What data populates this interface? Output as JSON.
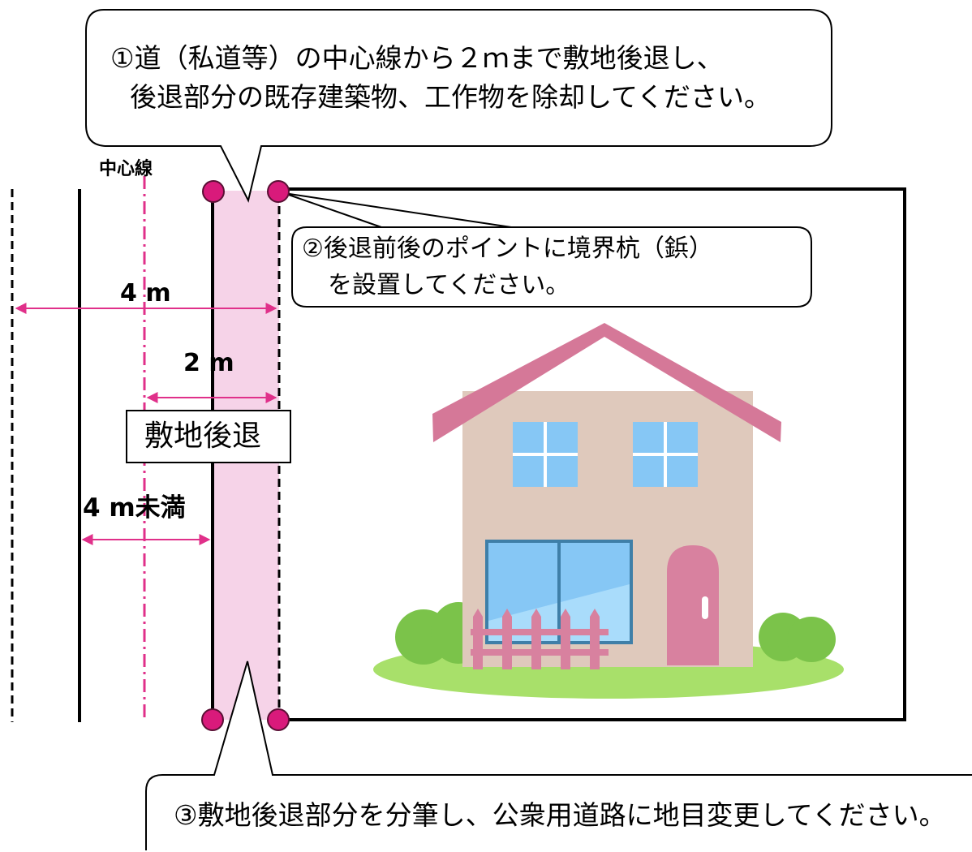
{
  "callouts": {
    "one_line1": "①道（私道等）の中心線から２ｍまで敷地後退し、",
    "one_line2": "後退部分の既存建築物、工作物を除却してください。",
    "two_line1": "②後退前後のポイントに境界杭（鋲）",
    "two_line2": "を設置してください。",
    "three_line1": "③敷地後退部分を分筆し、公衆用道路に地目変更してください。"
  },
  "labels": {
    "center_line": "中心線",
    "width_4m": "4 m",
    "width_2m": "2 m",
    "setback": "敷地後退",
    "under_4m": "4 m未満"
  },
  "colors": {
    "setback_fill": "#f6d3e8",
    "magenta": "#e0308a",
    "pin": "#d91a7b",
    "roof": "#d57898",
    "wall": "#dfc9bc",
    "window": "#86c7f5",
    "door": "#d8819f",
    "bush": "#7bc34a",
    "lawn": "#a8e06a"
  },
  "icons": {
    "house": "house-illustration",
    "pins": "boundary-pin-icon"
  }
}
